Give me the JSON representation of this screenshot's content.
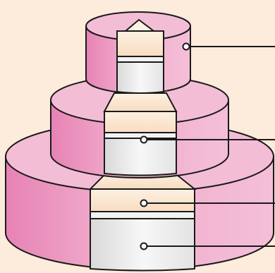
{
  "diagram": {
    "subject": "three-tier-cake-cross-section",
    "tiers": [
      "bottom",
      "middle",
      "top"
    ],
    "callouts": [
      "top-tier-marker",
      "middle-tier-marker",
      "bottom-filling-marker",
      "bottom-base-marker"
    ]
  },
  "colors": {
    "background": "#fdebdc",
    "frosting_top": "#f4bdd6",
    "frosting_side_light": "#f2b4d0",
    "frosting_side_dark": "#e783b5",
    "cream": "#fbe6cc",
    "cream_light": "#fdf3e3",
    "sponge": "#e8e8e8",
    "sponge_light": "#f6f6f6",
    "outline": "#1a1a1a"
  }
}
